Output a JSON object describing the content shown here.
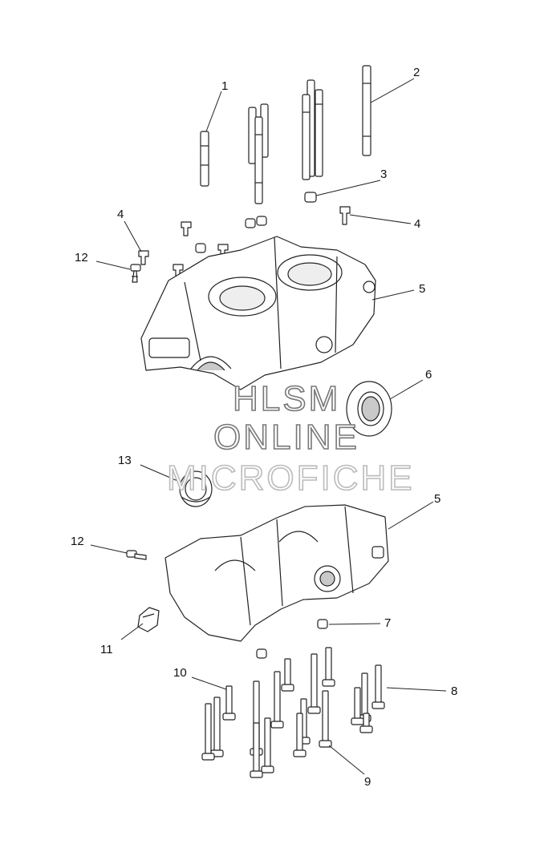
{
  "callouts": {
    "c1": "1",
    "c2": "2",
    "c3": "3",
    "c4a": "4",
    "c4b": "4",
    "c5a": "5",
    "c5b": "5",
    "c6": "6",
    "c7": "7",
    "c8": "8",
    "c9": "9",
    "c10": "10",
    "c11": "11",
    "c12a": "12",
    "c12b": "12",
    "c13": "13"
  },
  "watermark": {
    "line1": "HLSM",
    "line2": "ONLINE",
    "line3": "MICROFICHE"
  },
  "colors": {
    "line": "#222222",
    "fill": "#ffffff",
    "shade": "#c9c9c9",
    "watermark_stroke": "#777777"
  }
}
